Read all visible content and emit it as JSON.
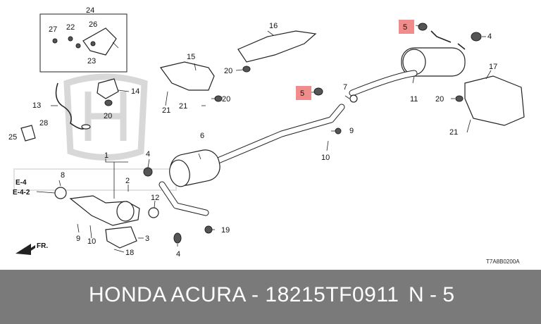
{
  "callouts": {
    "c1": "1",
    "c2": "2",
    "c3": "3",
    "c4a": "4",
    "c4b": "4",
    "c4c": "4",
    "c5a": "5",
    "c5b": "5",
    "c6": "6",
    "c7": "7",
    "c8": "8",
    "c9a": "9",
    "c9b": "9",
    "c10a": "10",
    "c10b": "10",
    "c11": "11",
    "c12": "12",
    "c13": "13",
    "c14": "14",
    "c15": "15",
    "c16": "16",
    "c17": "17",
    "c18": "18",
    "c19": "19",
    "c20a": "20",
    "c20b": "20",
    "c20c": "20",
    "c20d": "20",
    "c21a": "21",
    "c21b": "21",
    "c21c": "21",
    "c22": "22",
    "c23": "23",
    "c24": "24",
    "c25": "25",
    "c26": "26",
    "c27": "27",
    "c28": "28"
  },
  "refs": {
    "e4": "E-4",
    "e42": "E-4-2",
    "fr": "FR."
  },
  "diagram_code": "T7A8B0200A",
  "footer": {
    "title": "HONDA ACURA - 18215TF0911",
    "suffix": "N - 5"
  },
  "colors": {
    "highlight": "#f08c8c",
    "footer_bg": "#7a7a7a",
    "footer_text": "#ffffff"
  }
}
